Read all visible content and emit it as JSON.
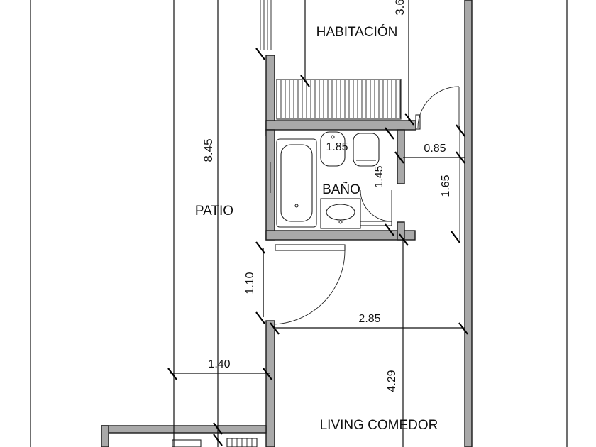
{
  "rooms": {
    "bedroom": "HABITACIÓN",
    "bathroom": "BAÑO",
    "patio": "PATIO",
    "living": "LIVING COMEDOR"
  },
  "dimensions": {
    "bedroom_depth_partial": "3.6",
    "patio_length": "8.45",
    "bath_width": "1.85",
    "hall_width": "0.85",
    "bath_depth": "1.45",
    "hall_length": "1.65",
    "door_width": "1.10",
    "living_width": "2.85",
    "living_depth": "4.29",
    "kitchen_width": "1.40"
  },
  "colors": {
    "wall_fill": "#a9a9a9",
    "line": "#111111",
    "background": "#ffffff"
  }
}
